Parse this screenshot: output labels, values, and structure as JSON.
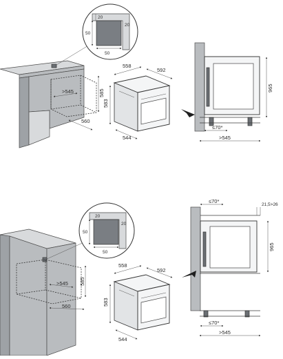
{
  "top": {
    "detail": {
      "a": "20",
      "b": "20",
      "c": "50",
      "d": "50"
    },
    "niche": {
      "depth": "560",
      "width": ">545",
      "height": "585"
    },
    "oven": {
      "depth": "558",
      "width": "592",
      "height": "583",
      "bottom": "544"
    },
    "side": {
      "height": "965",
      "gap": "≤70*",
      "depth": ">545"
    }
  },
  "bottom": {
    "detail": {
      "a": "20",
      "b": "20",
      "c": "50",
      "d": "50"
    },
    "niche": {
      "depth": "560",
      "width": ">545",
      "height": "585"
    },
    "oven": {
      "depth": "558",
      "width": "592",
      "height": "583",
      "bottom": "544"
    },
    "side": {
      "top_gap": "≤70*",
      "range": "21,5>26",
      "height": "965",
      "gap": "≤70*",
      "depth": ">545"
    }
  }
}
